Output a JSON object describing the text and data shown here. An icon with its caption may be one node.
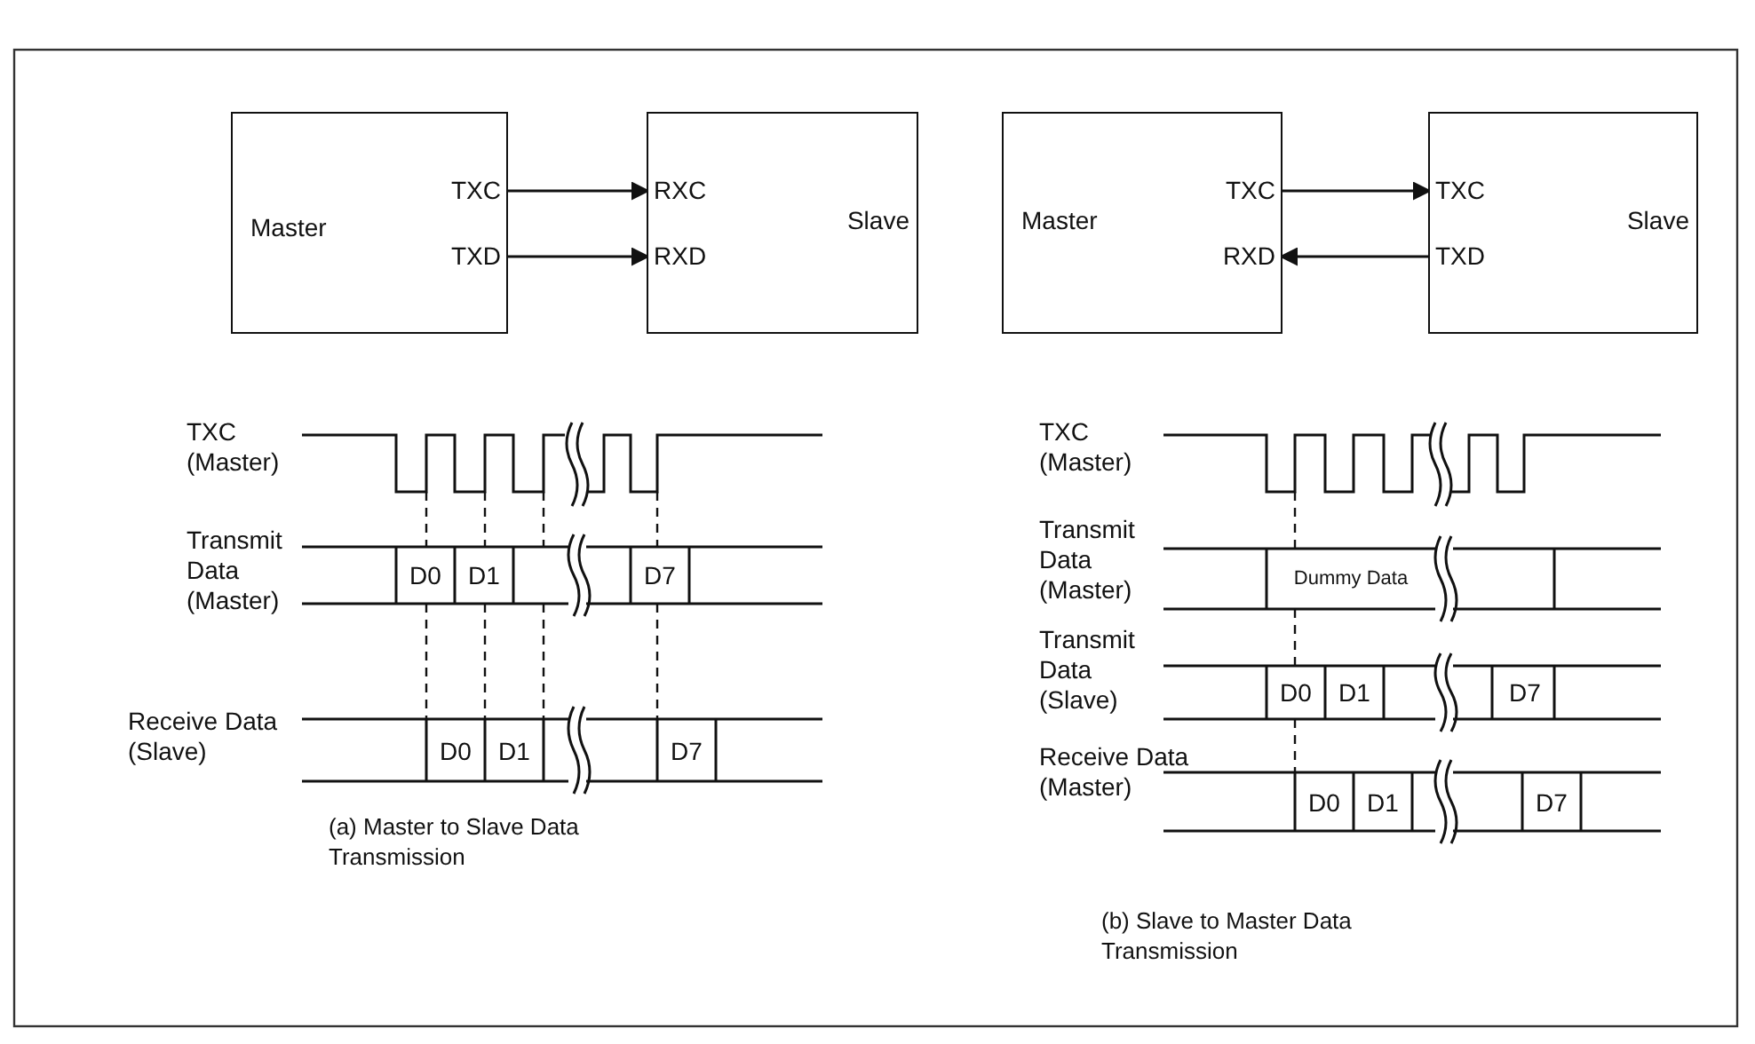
{
  "diagram": {
    "nodes": [
      {
        "text": [
          "Master"
        ]
      },
      {
        "text": [
          "TXC"
        ],
        "in": 0
      },
      {
        "text": [
          "TXD"
        ],
        "in": 0
      },
      {
        "text": [
          "Slave"
        ]
      },
      {
        "text": [
          "RXC"
        ],
        "in": 3
      },
      {
        "text": [
          "RXD"
        ],
        "in": 3
      },
      {
        "text": [
          "Master"
        ]
      },
      {
        "text": [
          "TXC"
        ],
        "in": 6
      },
      {
        "text": [
          "RXD"
        ],
        "in": 6
      },
      {
        "text": [
          "Slave"
        ]
      },
      {
        "text": [
          "TXC"
        ],
        "in": 9
      },
      {
        "text": [
          "TXD"
        ],
        "in": 9
      }
    ],
    "edges": [
      {
        "from": 1,
        "to": 4,
        "arrow": "to"
      },
      {
        "from": 2,
        "to": 5,
        "arrow": "to"
      },
      {
        "from": 7,
        "to": 10,
        "arrow": "to"
      },
      {
        "from": 11,
        "to": 8,
        "arrow": "to"
      }
    ],
    "labels": [
      "TXC (Master)",
      "Transmit Data (Master)",
      "D0",
      "D1",
      "D7",
      "Receive Data (Slave)",
      "D0",
      "D1",
      "D7",
      "(a) Master to Slave Data Transmission",
      "TXC (Master)",
      "Transmit Data (Master)",
      "Dummy Data",
      "Transmit Data (Slave)",
      "D0",
      "D1",
      "D7",
      "Receive Data (Master)",
      "D0",
      "D1",
      "D7",
      "(b) Slave to Master Data Transmission"
    ]
  }
}
